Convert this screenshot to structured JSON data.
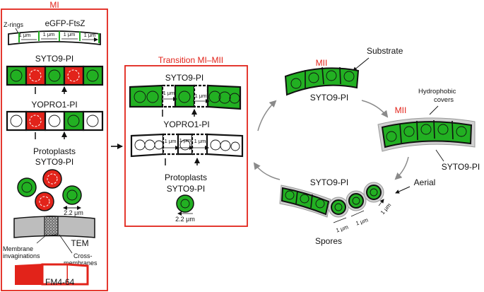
{
  "colors": {
    "frame": "#e2231a",
    "green": "#22b022",
    "red": "#e2231a",
    "gray": "#bdbdbd",
    "ink": "#111111",
    "arrow_gray": "#8a8a8a"
  },
  "mi": {
    "title": "MI",
    "zrings_label": "Z-rings",
    "egfp_label": "eGFP-FtsZ",
    "segment_lengths": [
      "1 μm",
      "1 μm",
      "1 μm",
      "1 μm"
    ],
    "syto9_label": "SYTO9-PI",
    "yopro_label": "YOPRO1-PI",
    "protoplasts_label": "Protoplasts",
    "protoplasts_syto": "SYTO9-PI",
    "protoplast_size": "2.2 μm",
    "tem_label": "TEM",
    "membrane_inv_label": "Membrane invaginations",
    "cross_membranes_label": "Cross-membranes",
    "fm_label": "FM4-64"
  },
  "transition": {
    "title": "Transition MI–MII",
    "syto9_label": "SYTO9-PI",
    "yopro_label": "YOPRO1-PI",
    "segment_lengths_top": [
      "1 μm",
      "1 μm"
    ],
    "segment_lengths_bottom": [
      "1 μm",
      "1 μm",
      "1 μm"
    ],
    "protoplasts_label": "Protoplasts",
    "protoplasts_syto": "SYTO9-PI",
    "protoplast_size": "2.2 μm"
  },
  "cycle": {
    "mii_substrate_title": "MII",
    "substrate_label": "Substrate",
    "substrate_syto": "SYTO9-PI",
    "mii_aerial_title": "MII",
    "hydrophobic_label": "Hydrophobic covers",
    "aerial_syto": "SYTO9-PI",
    "aerial_label": "Aerial",
    "spores_syto": "SYTO9-PI",
    "spore_lengths": [
      "1 μm",
      "1 μm",
      "1 μm"
    ],
    "spores_label": "Spores"
  }
}
